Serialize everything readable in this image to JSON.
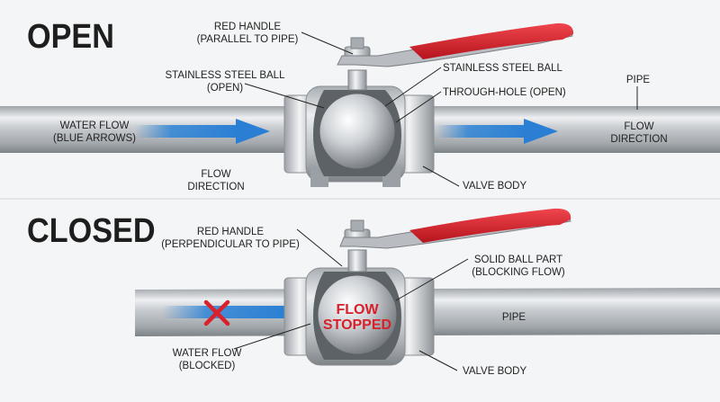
{
  "open": {
    "title": "OPEN",
    "handle_label": [
      "RED HANDLE",
      "(PARALLEL TO PIPE)"
    ],
    "ball_label_left": [
      "STAINLESS STEEL BALL",
      "(OPEN)"
    ],
    "ball_label_right": "STAINLESS STEEL BALL",
    "through_hole": "THROUGH-HOLE (OPEN)",
    "pipe": "PIPE",
    "water_flow": [
      "WATER FLOW",
      "(BLUE ARROWS)"
    ],
    "flow_direction_bottom": [
      "FLOW",
      "DIRECTION"
    ],
    "flow_direction_right": [
      "FLOW",
      "DIRECTION"
    ],
    "valve_body": "VALVE BODY"
  },
  "closed": {
    "title": "CLOSED",
    "handle_label": [
      "RED HANDLE",
      "(PERPENDICULAR TO PIPE)"
    ],
    "solid_ball": [
      "SOLID BALL PART",
      "(BLOCKING FLOW)"
    ],
    "flow_stopped": [
      "FLOW",
      "STOPPED"
    ],
    "pipe": "PIPE",
    "water_flow": [
      "WATER FLOW",
      "(BLOCKED)"
    ],
    "valve_body": "VALVE BODY"
  },
  "colors": {
    "handle": "#d9202b",
    "arrow": "#2f84d6",
    "blocked_x": "#d9202b",
    "steel": "#c8ccd0"
  }
}
